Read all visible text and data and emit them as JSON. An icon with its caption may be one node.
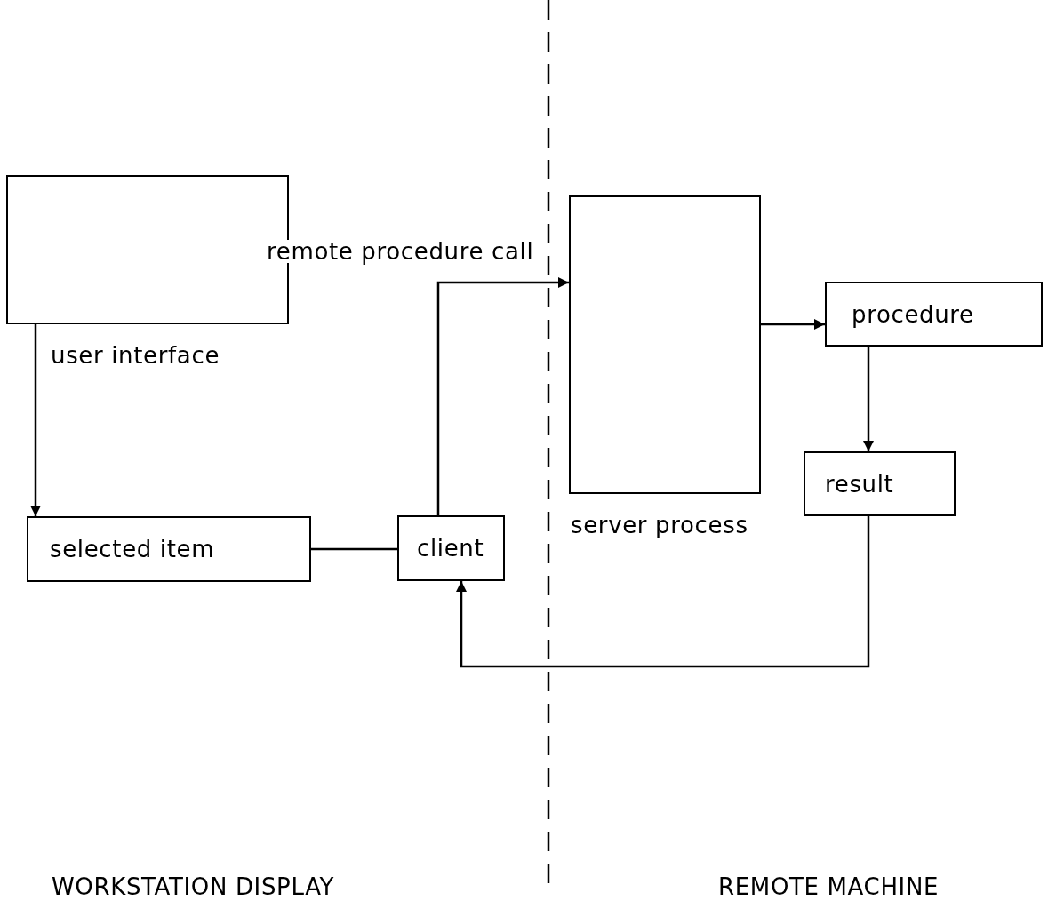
{
  "diagram": {
    "nodes": [
      {
        "text": [
          "user interface"
        ]
      },
      {
        "text": [
          "selected item"
        ]
      },
      {
        "text": [
          "client"
        ]
      },
      {
        "text": [
          "server process"
        ]
      },
      {
        "text": [
          "procedure"
        ]
      },
      {
        "text": [
          "result"
        ]
      }
    ],
    "edges": [
      {
        "from": 0,
        "to": 1,
        "arrow": "to"
      },
      {
        "from": 1,
        "to": 2,
        "arrow": "none"
      },
      {
        "from": 2,
        "to": 3,
        "arrow": "to",
        "label": "remote procedure call"
      },
      {
        "from": 3,
        "to": 4,
        "arrow": "to"
      },
      {
        "from": 4,
        "to": 5,
        "arrow": "to"
      },
      {
        "from": 5,
        "to": 2,
        "arrow": "to"
      }
    ],
    "labels": [
      "WORKSTATION DISPLAY",
      "REMOTE MACHINE"
    ]
  }
}
